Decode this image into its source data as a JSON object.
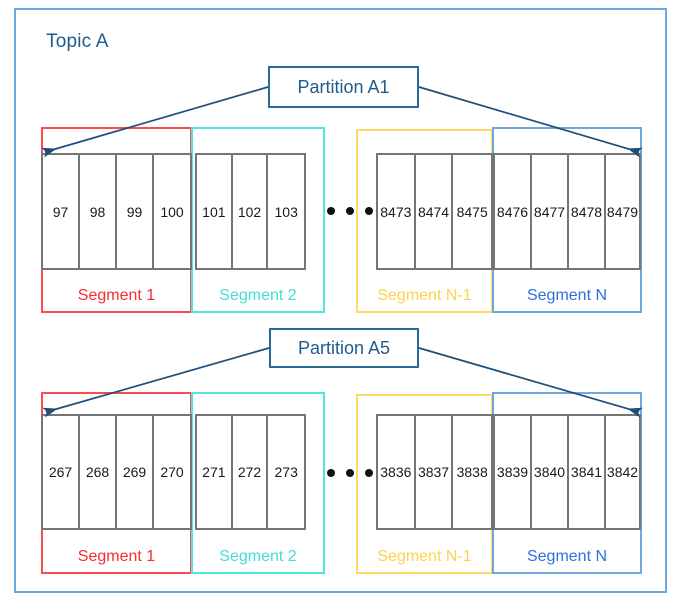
{
  "diagram": {
    "title": "Topic A",
    "colors": {
      "frame": "#6fa8dc",
      "title_text": "#1f5c8b",
      "callout_border": "#2a6a96",
      "segment_1": "#fb2c2c",
      "segment_2": "#44dcd6",
      "segment_n_minus_1": "#ffd24d",
      "segment_n": "#2f6fe0",
      "cell_border": "#757575",
      "arrow": "#1f4e79"
    },
    "ellipsis_glyph": "• • •",
    "partitions": [
      {
        "callout_label": "Partition A1",
        "segments": [
          {
            "label": "Segment 1",
            "color_key": "segment_1",
            "offsets": [
              "97",
              "98",
              "99",
              "100"
            ]
          },
          {
            "label": "Segment 2",
            "color_key": "segment_2",
            "offsets": [
              "101",
              "102",
              "103"
            ]
          },
          {
            "label": "Segment N-1",
            "color_key": "segment_n_minus_1",
            "offsets": [
              "8473",
              "8474",
              "8475"
            ]
          },
          {
            "label": "Segment N",
            "color_key": "segment_n",
            "offsets": [
              "8476",
              "8477",
              "8478",
              "8479"
            ]
          }
        ]
      },
      {
        "callout_label": "Partition A5",
        "segments": [
          {
            "label": "Segment 1",
            "color_key": "segment_1",
            "offsets": [
              "267",
              "268",
              "269",
              "270"
            ]
          },
          {
            "label": "Segment 2",
            "color_key": "segment_2",
            "offsets": [
              "271",
              "272",
              "273"
            ]
          },
          {
            "label": "Segment N-1",
            "color_key": "segment_n_minus_1",
            "offsets": [
              "3836",
              "3837",
              "3838"
            ]
          },
          {
            "label": "Segment N",
            "color_key": "segment_n",
            "offsets": [
              "3839",
              "3840",
              "3841",
              "3842"
            ]
          }
        ]
      }
    ]
  }
}
